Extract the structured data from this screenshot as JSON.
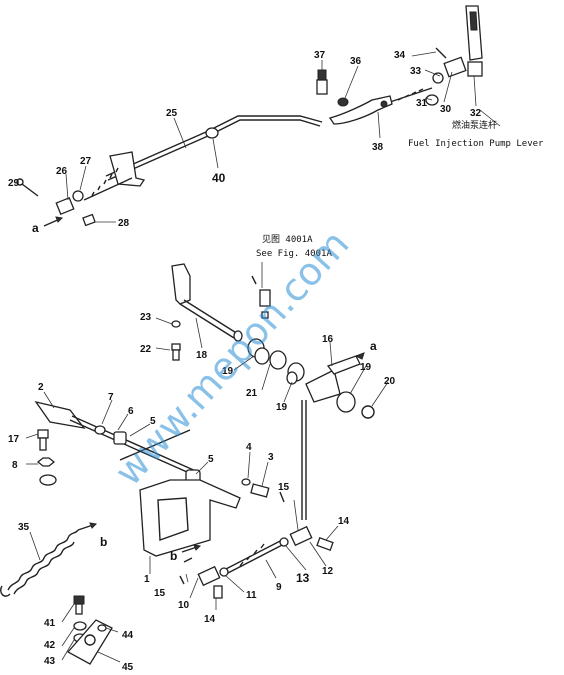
{
  "watermark": "www.mepon.com",
  "notes": {
    "fuel_lever_cn": "燃油泵连杆",
    "fuel_lever_en": "Fuel Injection Pump Lever",
    "see_fig_cn": "见图 4001A",
    "see_fig_en": "See Fig. 4001A"
  },
  "labels": [
    {
      "id": "p1",
      "text": "1"
    },
    {
      "id": "p2",
      "text": "2"
    },
    {
      "id": "p3",
      "text": "3"
    },
    {
      "id": "p4",
      "text": "4"
    },
    {
      "id": "p5a",
      "text": "5"
    },
    {
      "id": "p5b",
      "text": "5"
    },
    {
      "id": "p6",
      "text": "6"
    },
    {
      "id": "p7",
      "text": "7"
    },
    {
      "id": "p8",
      "text": "8"
    },
    {
      "id": "p9",
      "text": "9"
    },
    {
      "id": "p10",
      "text": "10"
    },
    {
      "id": "p11",
      "text": "11"
    },
    {
      "id": "p12",
      "text": "12"
    },
    {
      "id": "p13",
      "text": "13"
    },
    {
      "id": "p14a",
      "text": "14"
    },
    {
      "id": "p14b",
      "text": "14"
    },
    {
      "id": "p15a",
      "text": "15"
    },
    {
      "id": "p15b",
      "text": "15"
    },
    {
      "id": "p16",
      "text": "16"
    },
    {
      "id": "p17",
      "text": "17"
    },
    {
      "id": "p18",
      "text": "18"
    },
    {
      "id": "p19a",
      "text": "19"
    },
    {
      "id": "p19b",
      "text": "19"
    },
    {
      "id": "p19c",
      "text": "19"
    },
    {
      "id": "p20",
      "text": "20"
    },
    {
      "id": "p21",
      "text": "21"
    },
    {
      "id": "p22",
      "text": "22"
    },
    {
      "id": "p23",
      "text": "23"
    },
    {
      "id": "p25",
      "text": "25"
    },
    {
      "id": "p26",
      "text": "26"
    },
    {
      "id": "p27",
      "text": "27"
    },
    {
      "id": "p28",
      "text": "28"
    },
    {
      "id": "p29",
      "text": "29"
    },
    {
      "id": "p30",
      "text": "30"
    },
    {
      "id": "p31",
      "text": "31"
    },
    {
      "id": "p32",
      "text": "32"
    },
    {
      "id": "p33",
      "text": "33"
    },
    {
      "id": "p34",
      "text": "34"
    },
    {
      "id": "p35",
      "text": "35"
    },
    {
      "id": "p36",
      "text": "36"
    },
    {
      "id": "p37",
      "text": "37"
    },
    {
      "id": "p38",
      "text": "38"
    },
    {
      "id": "p40",
      "text": "40"
    },
    {
      "id": "p41",
      "text": "41"
    },
    {
      "id": "p42",
      "text": "42"
    },
    {
      "id": "p43",
      "text": "43"
    },
    {
      "id": "p44",
      "text": "44"
    },
    {
      "id": "p45",
      "text": "45"
    },
    {
      "id": "pa1",
      "text": "a"
    },
    {
      "id": "pa2",
      "text": "a"
    },
    {
      "id": "pb1",
      "text": "b"
    },
    {
      "id": "pb2",
      "text": "b"
    }
  ]
}
